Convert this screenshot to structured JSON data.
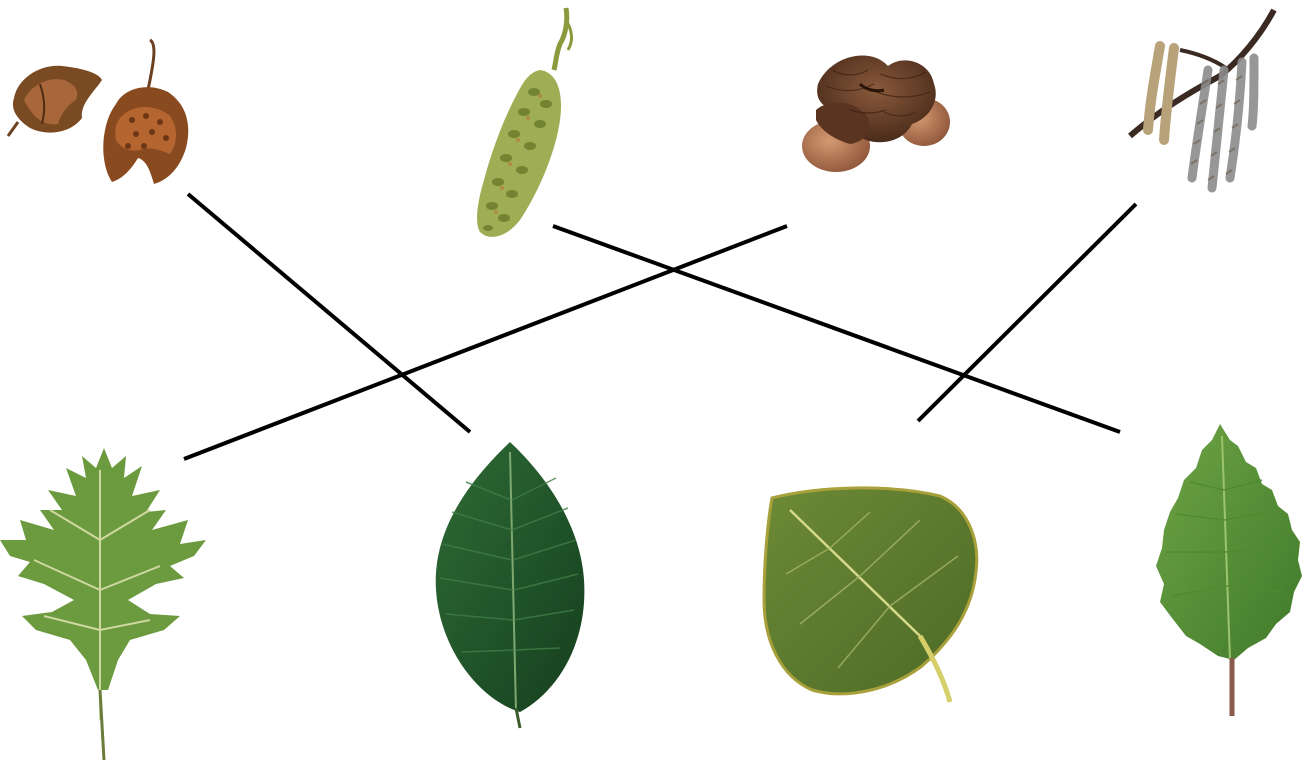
{
  "scene": {
    "background": "#ffffff",
    "line_color": "#000000"
  },
  "top_row": [
    {
      "id": "beech-nut",
      "icon": "beechnut-husk-icon"
    },
    {
      "id": "birch-catkin",
      "icon": "birch-catkin-icon"
    },
    {
      "id": "oak-acorn",
      "icon": "acorn-cluster-icon"
    },
    {
      "id": "aspen-catkins",
      "icon": "aspen-catkins-icon"
    }
  ],
  "bottom_row": [
    {
      "id": "oak-leaf",
      "icon": "oak-leaf-icon"
    },
    {
      "id": "beech-leaf",
      "icon": "beech-leaf-icon"
    },
    {
      "id": "aspen-leaf",
      "icon": "aspen-leaf-icon"
    },
    {
      "id": "birch-leaf",
      "icon": "birch-leaf-icon"
    }
  ],
  "matches": [
    {
      "from": "beech-nut",
      "to": "beech-leaf"
    },
    {
      "from": "birch-catkin",
      "to": "birch-leaf"
    },
    {
      "from": "oak-acorn",
      "to": "oak-leaf"
    },
    {
      "from": "aspen-catkins",
      "to": "aspen-leaf"
    }
  ]
}
